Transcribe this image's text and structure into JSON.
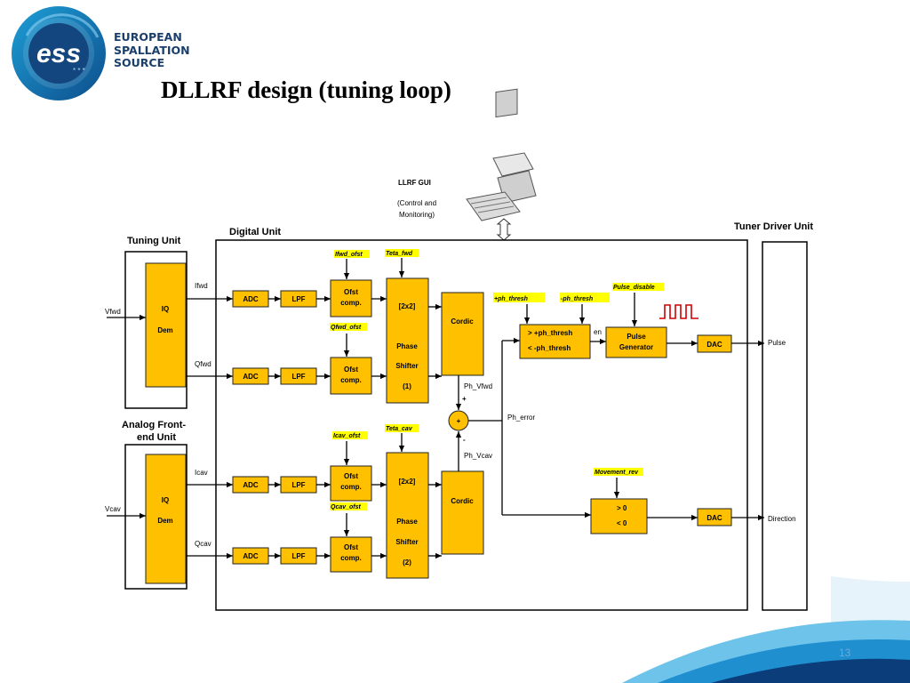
{
  "header": {
    "logo": {
      "text": "ess",
      "line1": "EUROPEAN",
      "line2": "SPALLATION",
      "line3": "SOURCE"
    },
    "title": "DLLRF design (tuning loop)",
    "page_number": "13"
  },
  "colors": {
    "block_fill": "#ffc000",
    "param_highlight": "#ffff00",
    "logo_blue": "#1b3f6b",
    "accent_blue": "#1e9fd6"
  },
  "diagram": {
    "gui": {
      "title": "LLRF GUI",
      "sub1": "(Control and",
      "sub2": "Monitoring)"
    },
    "sections": {
      "tuning_unit": "Tuning Unit",
      "afe_line1": "Analog Front-",
      "afe_line2": "end Unit",
      "digital_unit": "Digital Unit",
      "tuner_driver_unit": "Tuner Driver Unit"
    },
    "blocks": {
      "iq": "IQ",
      "dem": "Dem",
      "adc": "ADC",
      "lpf": "LPF",
      "ofst": "Ofst",
      "comp": "comp.",
      "shifter_2x2": "[2x2]",
      "phase": "Phase",
      "shifter": "Shifter",
      "shifter1_id": "(1)",
      "shifter2_id": "(2)",
      "cordic": "Cordic",
      "sum": "+",
      "thresh_gt": "> +ph_thresh",
      "thresh_lt": "< -ph_thresh",
      "pulse": "Pulse",
      "generator": "Generator",
      "dir_gt": "> 0",
      "dir_lt": "< 0",
      "dac": "DAC"
    },
    "signals": {
      "vfwd": "Vfwd",
      "ifwd": "Ifwd",
      "qfwd": "Qfwd",
      "vcav": "Vcav",
      "icav": "Icav",
      "qcav": "Qcav",
      "ph_vfwd": "Ph_Vfwd",
      "ph_vcav": "Ph_Vcav",
      "ph_error": "Ph_error",
      "plus": "+",
      "minus": "-",
      "en": "en",
      "pulse_out": "Pulse",
      "direction_out": "Direction"
    },
    "params": {
      "ifwd_ofst": "Ifwd_ofst",
      "teta_fwd": "Teta_fwd",
      "qfwd_ofst": "Qfwd_ofst",
      "icav_ofst": "Icav_ofst",
      "teta_cav": "Teta_cav",
      "qcav_ofst": "Qcav_ofst",
      "plus_ph_thresh": "+ph_thresh",
      "minus_ph_thresh": "-ph_thresh",
      "pulse_disable": "Pulse_disable",
      "movement_rev": "Movement_rev"
    }
  }
}
